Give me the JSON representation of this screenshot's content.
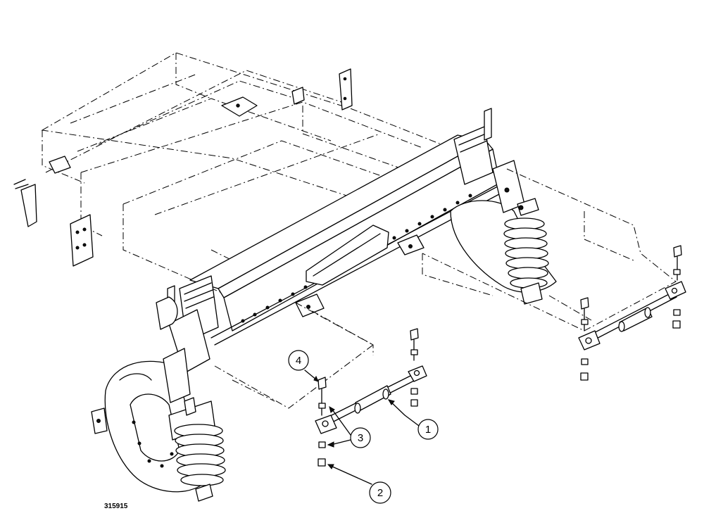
{
  "figure_number": "315915",
  "callouts": [
    {
      "label": "1"
    },
    {
      "label": "2"
    },
    {
      "label": "3"
    },
    {
      "label": "4"
    }
  ],
  "colors": {
    "line": "#000000",
    "background": "#ffffff"
  }
}
